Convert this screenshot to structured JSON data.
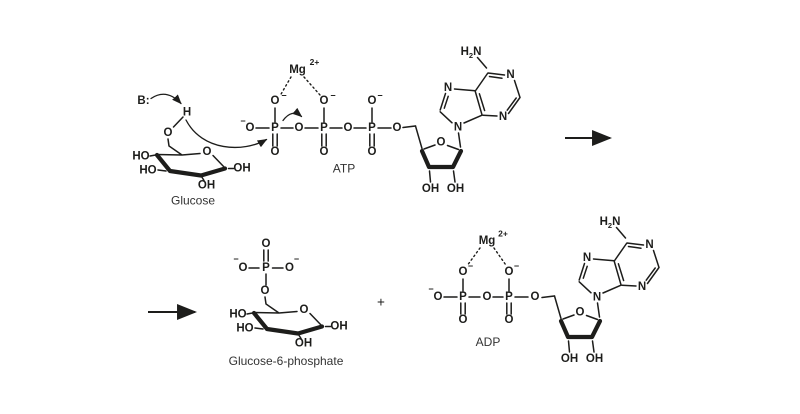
{
  "colors": {
    "background": "#ffffff",
    "ink": "#1d1d1b"
  },
  "labels": {
    "base": "B:",
    "H": "H",
    "O": "O",
    "P": "P",
    "N": "N",
    "HO": "HO",
    "OH": "OH",
    "minus": "−",
    "Mg": "Mg",
    "mg_charge": "2+",
    "h2n_H": "H",
    "h2n_sub": "2",
    "h2n_N": "N",
    "plus": "+"
  },
  "captions": {
    "glucose": "Glucose",
    "atp": "ATP",
    "adp": "ADP",
    "g6p": "Glucose-6-phosphate"
  }
}
